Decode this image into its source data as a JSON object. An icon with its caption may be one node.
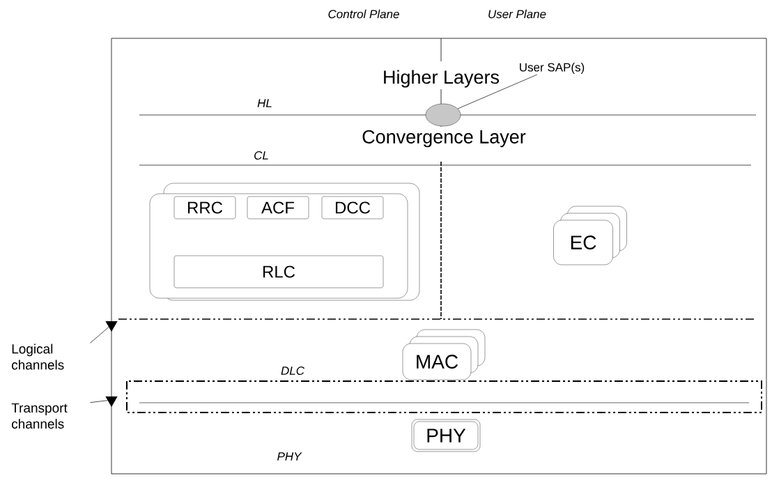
{
  "diagram": {
    "nodes": [
      {
        "text": [
          "User SAP(s)"
        ]
      },
      {
        "text": [],
        "shape": "ellipse"
      },
      {
        "text": [],
        "shape": "box"
      },
      {
        "text": [
          "RRC"
        ],
        "in": 2
      },
      {
        "text": [
          "ACF"
        ],
        "in": 2
      },
      {
        "text": [
          "DCC"
        ],
        "in": 2
      },
      {
        "text": [
          "RLC"
        ],
        "in": 2
      },
      {
        "text": [
          "EC"
        ]
      },
      {
        "text": [
          "Logical channels"
        ]
      },
      {
        "text": [],
        "shape": "triangle"
      },
      {
        "text": [
          "MAC"
        ]
      },
      {
        "text": [
          "Transport channels"
        ]
      },
      {
        "text": [],
        "shape": "triangle"
      },
      {
        "text": [
          "PHY"
        ]
      }
    ],
    "edges": [
      {
        "from": 0,
        "to": 1,
        "arrow": "none"
      },
      {
        "from": 8,
        "to": 9,
        "arrow": "none"
      },
      {
        "from": 11,
        "to": 12,
        "arrow": "none"
      }
    ],
    "labels": [
      "Control Plane",
      "User Plane",
      "Higher Layers",
      "HL",
      "Convergence Layer",
      "CL",
      "DLC",
      "PHY"
    ]
  }
}
